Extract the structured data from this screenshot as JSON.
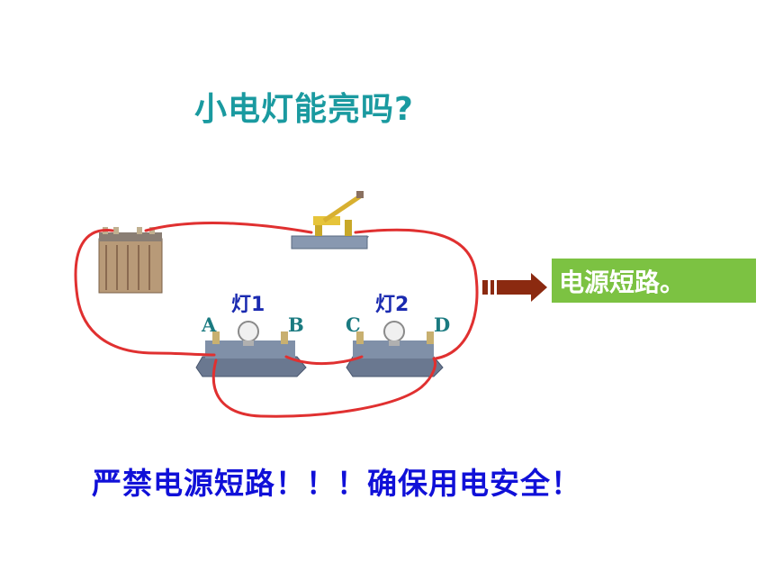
{
  "title": "小电灯能亮吗?",
  "lamps": [
    {
      "label": "灯1"
    },
    {
      "label": "灯2"
    }
  ],
  "terminals": [
    "A",
    "B",
    "C",
    "D"
  ],
  "result": "电源短路。",
  "warning": "严禁电源短路！！！确保用电安全！",
  "colors": {
    "title": "#1a9aa0",
    "wire": "#e03030",
    "arrow": "#8b2a10",
    "result_bg": "#7cc242",
    "warning": "#1010d8",
    "lamp_label": "#1a2ab0",
    "terminal_label": "#1a7a80"
  }
}
